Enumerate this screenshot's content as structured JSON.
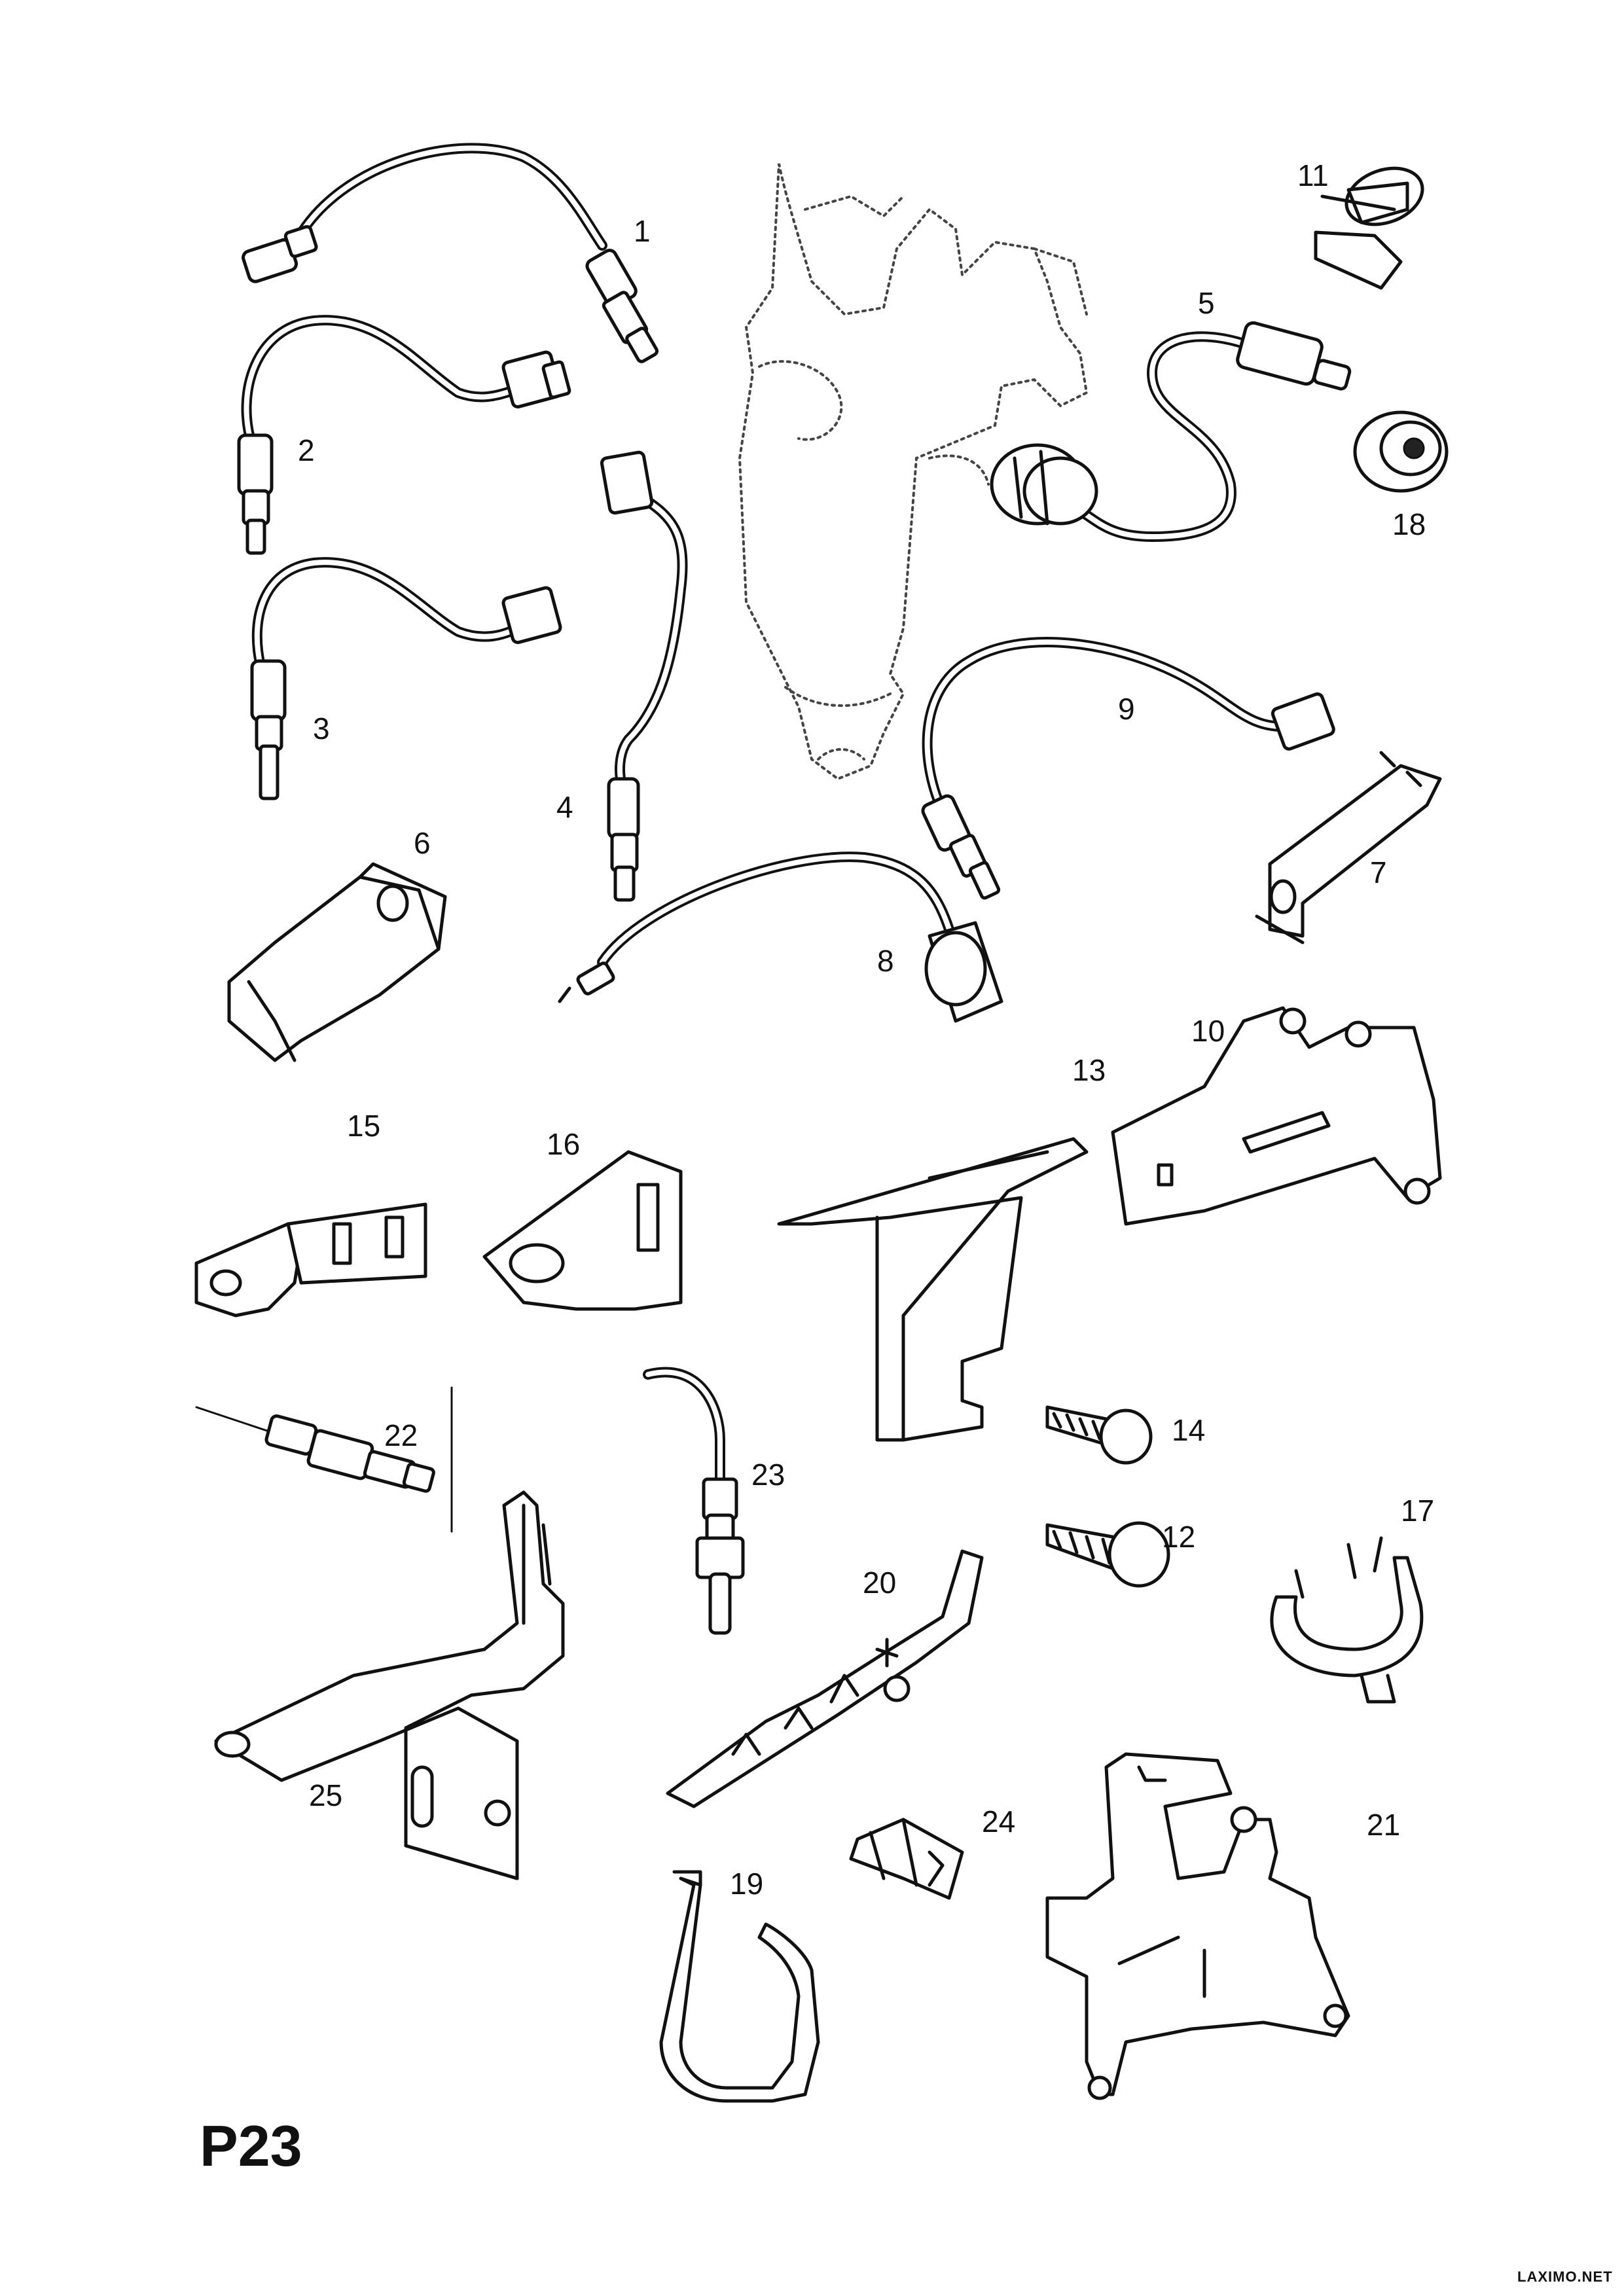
{
  "page_code": "P23",
  "watermark": "LAXIMO.NET",
  "callouts": {
    "c1": "1",
    "c2": "2",
    "c3": "3",
    "c4": "4",
    "c5": "5",
    "c6": "6",
    "c7": "7",
    "c8": "8",
    "c9": "9",
    "c10": "10",
    "c11": "11",
    "c12": "12",
    "c13": "13",
    "c14": "14",
    "c15": "15",
    "c16": "16",
    "c17": "17",
    "c18": "18",
    "c19": "19",
    "c20": "20",
    "c21": "21",
    "c22": "22",
    "c23": "23",
    "c24": "24",
    "c25": "25"
  }
}
